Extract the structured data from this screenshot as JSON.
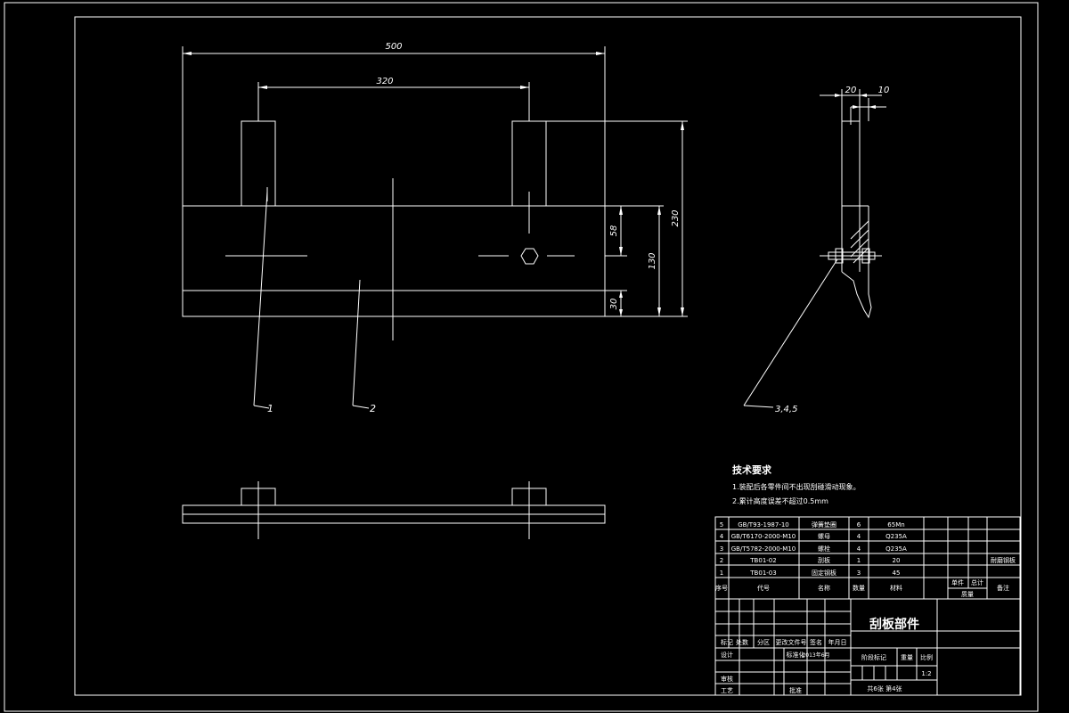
{
  "dimensions": {
    "width_total": "500",
    "hole_spacing": "320",
    "overall_height": "230",
    "height_body": "130",
    "hole_offset": "58",
    "bottom_strip": "30",
    "side_width": "20",
    "side_thickness": "10"
  },
  "balloons": {
    "b1": "1",
    "b2": "2",
    "b345": "3,4,5"
  },
  "tech_requirements": {
    "heading": "技术要求",
    "lines": [
      "1.装配后各零件间不出现刮碰滑动现象。",
      "2.累计高度误差不超过0.5mm"
    ]
  },
  "bom": {
    "rows": [
      {
        "no": "5",
        "code": "GB/T93-1987-10",
        "name": "弹簧垫圈",
        "qty": "6",
        "material": "65Mn",
        "single": "",
        "total": "",
        "remark": ""
      },
      {
        "no": "4",
        "code": "GB/T6170-2000-M10",
        "name": "螺母",
        "qty": "4",
        "material": "Q235A",
        "single": "",
        "total": "",
        "remark": ""
      },
      {
        "no": "3",
        "code": "GB/T5782-2000-M10",
        "name": "螺栓",
        "qty": "4",
        "material": "Q235A",
        "single": "",
        "total": "",
        "remark": ""
      },
      {
        "no": "2",
        "code": "TB01-02",
        "name": "刮板",
        "qty": "1",
        "material": "20",
        "single": "",
        "total": "",
        "remark": "耐磨钢板"
      },
      {
        "no": "1",
        "code": "TB01-03",
        "name": "固定钢板",
        "qty": "3",
        "material": "45",
        "single": "",
        "total": "",
        "remark": ""
      }
    ],
    "header": {
      "no": "序号",
      "code": "代号",
      "name": "名称",
      "qty": "数量",
      "material": "材料",
      "single": "单件",
      "total": "总计",
      "weight": "质量",
      "remark": "备注"
    }
  },
  "title_block": {
    "drawing_name": "刮板部件",
    "revision_labels": [
      "标记",
      "处数",
      "分区",
      "更改文件号",
      "签名",
      "年月日"
    ],
    "design_label": "设计",
    "standardization_label": "标准化",
    "design_date": "2013年6月",
    "review_label": "审核",
    "process_label": "工艺",
    "approve_label": "批准",
    "stage_label": "阶段标记",
    "weight_label": "重量",
    "scale_label": "比例",
    "scale_value": "1:2",
    "sheets_text": "共6张 第4张"
  }
}
